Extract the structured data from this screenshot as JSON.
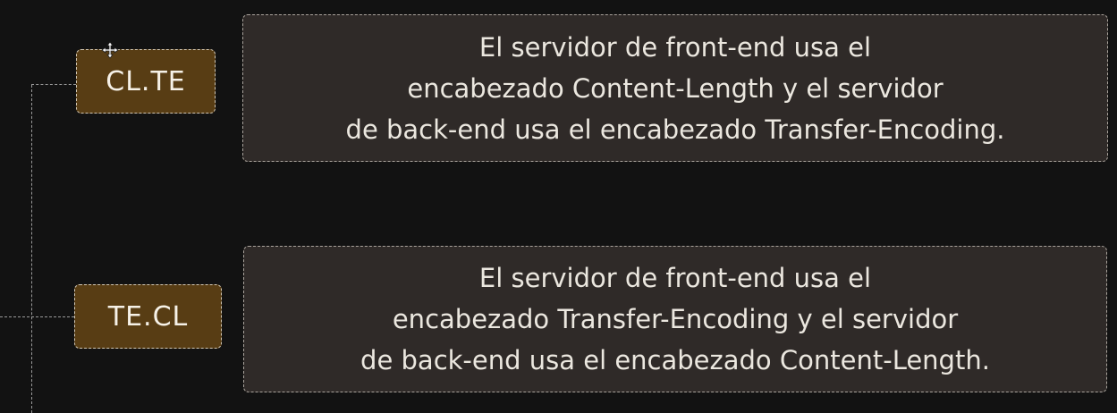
{
  "nodes": [
    {
      "label": "CL.TE",
      "description": [
        "El servidor de front-end usa el",
        "encabezado Content-Length y el servidor",
        "de back-end usa el encabezado Transfer-Encoding."
      ]
    },
    {
      "label": "TE.CL",
      "description": [
        "El servidor de front-end usa el",
        "encabezado Transfer-Encoding y el servidor",
        "de back-end usa el encabezado Content-Length."
      ]
    }
  ],
  "colors": {
    "background": "#121212",
    "tag_fill": "#583d14",
    "description_fill": "#2f2a28",
    "text": "#ebe7df"
  },
  "icons": {
    "cursor": "move-cursor-icon"
  }
}
